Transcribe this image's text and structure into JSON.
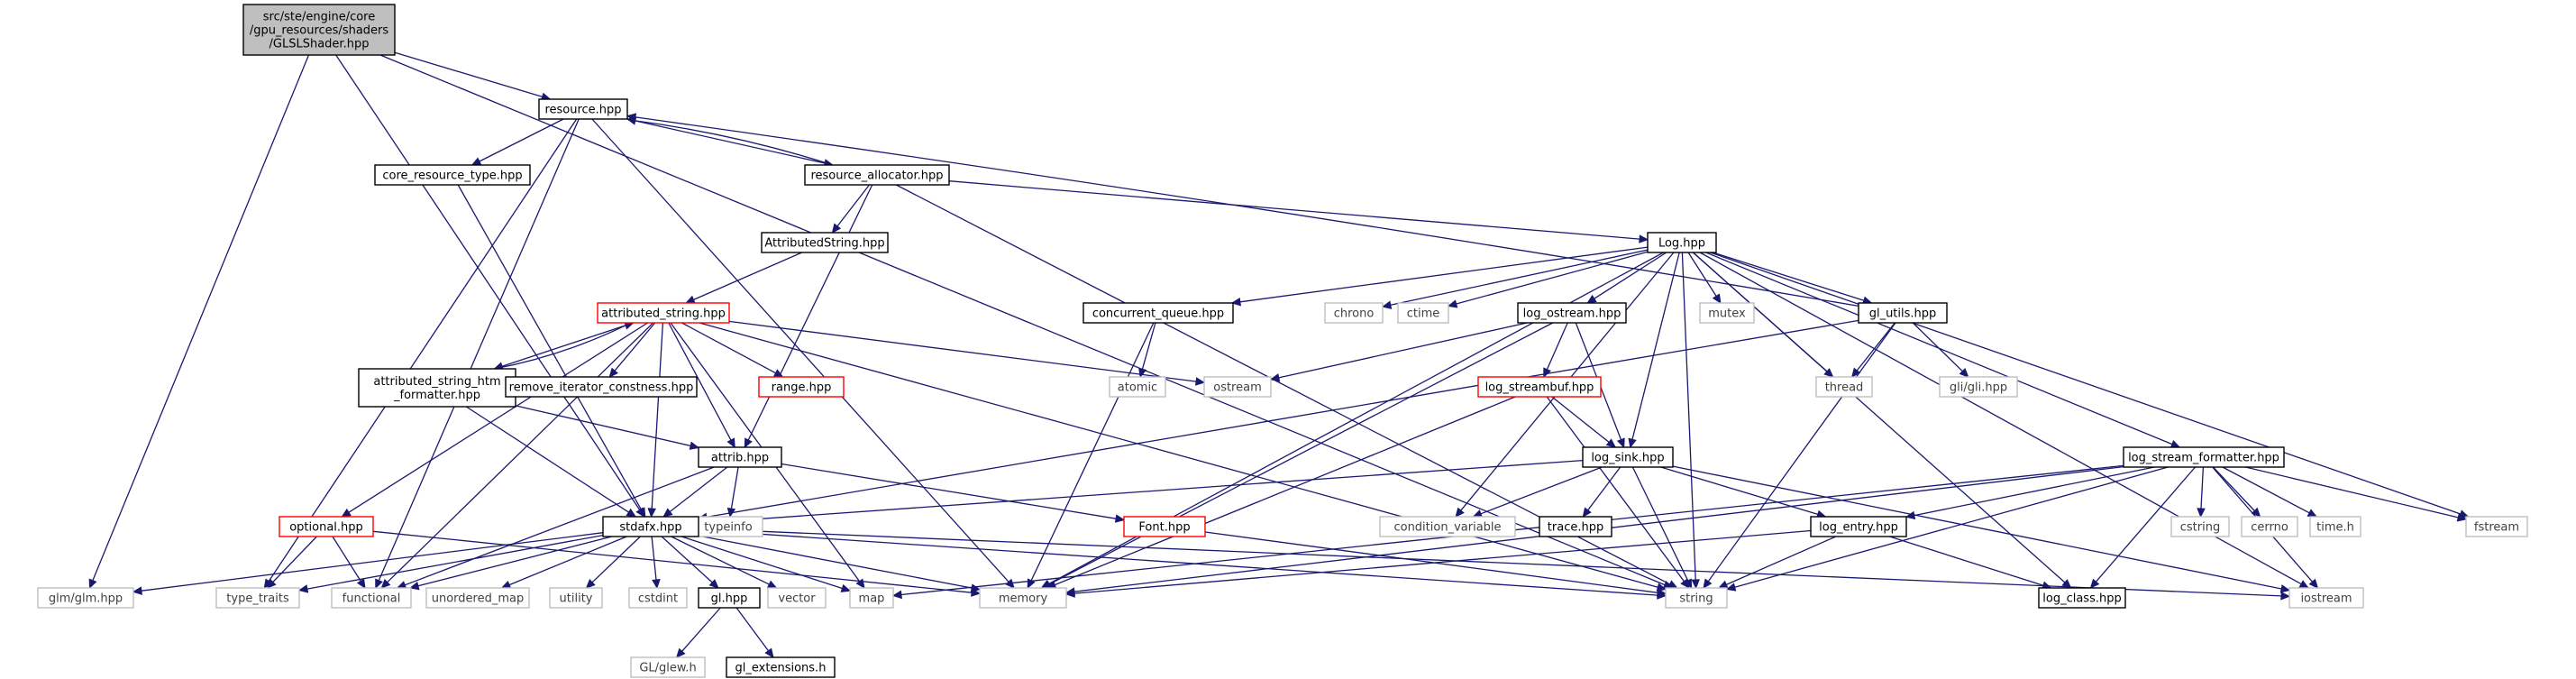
{
  "colors": {
    "edge": "#191970",
    "root_fill": "#bfbfbf",
    "node_border": "#000000",
    "external_border": "#bfbfbf",
    "external_text": "#404040",
    "truncated_border": "#ff0000"
  },
  "nodes": [
    {
      "id": "root",
      "label": "src/ste/engine/core\n/gpu_resources/shaders\n/GLSLShader.hpp",
      "kind": "root"
    },
    {
      "id": "resource",
      "label": "resource.hpp",
      "kind": "file"
    },
    {
      "id": "resource_allocator",
      "label": "resource_allocator.hpp",
      "kind": "file"
    },
    {
      "id": "core_resource_type",
      "label": "core_resource_type.hpp",
      "kind": "file"
    },
    {
      "id": "AttributedString",
      "label": "AttributedString.hpp",
      "kind": "file"
    },
    {
      "id": "attributed_string",
      "label": "attributed_string.hpp",
      "kind": "truncated"
    },
    {
      "id": "attributed_string_htm",
      "label": "attributed_string_htm\n_formatter.hpp",
      "kind": "file"
    },
    {
      "id": "remove_iterator",
      "label": "remove_iterator_constness.hpp",
      "kind": "file"
    },
    {
      "id": "range",
      "label": "range.hpp",
      "kind": "truncated"
    },
    {
      "id": "ostream",
      "label": "ostream",
      "kind": "external"
    },
    {
      "id": "atomic",
      "label": "atomic",
      "kind": "external"
    },
    {
      "id": "concurrent_queue",
      "label": "concurrent_queue.hpp",
      "kind": "file"
    },
    {
      "id": "chrono",
      "label": "chrono",
      "kind": "external"
    },
    {
      "id": "ctime",
      "label": "ctime",
      "kind": "external"
    },
    {
      "id": "log_ostream",
      "label": "log_ostream.hpp",
      "kind": "file"
    },
    {
      "id": "log_streambuf",
      "label": "log_streambuf.hpp",
      "kind": "truncated"
    },
    {
      "id": "Log",
      "label": "Log.hpp",
      "kind": "file"
    },
    {
      "id": "mutex",
      "label": "mutex",
      "kind": "external"
    },
    {
      "id": "gl_utils",
      "label": "gl_utils.hpp",
      "kind": "file"
    },
    {
      "id": "thread",
      "label": "thread",
      "kind": "external"
    },
    {
      "id": "gli",
      "label": "gli/gli.hpp",
      "kind": "external"
    },
    {
      "id": "attrib",
      "label": "attrib.hpp",
      "kind": "file"
    },
    {
      "id": "typeinfo",
      "label": "typeinfo",
      "kind": "external"
    },
    {
      "id": "optional",
      "label": "optional.hpp",
      "kind": "truncated"
    },
    {
      "id": "stdafx",
      "label": "stdafx.hpp",
      "kind": "file"
    },
    {
      "id": "Font",
      "label": "Font.hpp",
      "kind": "truncated"
    },
    {
      "id": "log_sink",
      "label": "log_sink.hpp",
      "kind": "file"
    },
    {
      "id": "condition_variable",
      "label": "condition_variable",
      "kind": "external"
    },
    {
      "id": "trace",
      "label": "trace.hpp",
      "kind": "file"
    },
    {
      "id": "log_entry",
      "label": "log_entry.hpp",
      "kind": "file"
    },
    {
      "id": "log_stream_formatter",
      "label": "log_stream_formatter.hpp",
      "kind": "file"
    },
    {
      "id": "cstring",
      "label": "cstring",
      "kind": "external"
    },
    {
      "id": "cerrno",
      "label": "cerrno",
      "kind": "external"
    },
    {
      "id": "time_h",
      "label": "time.h",
      "kind": "external"
    },
    {
      "id": "fstream",
      "label": "fstream",
      "kind": "external"
    },
    {
      "id": "glm",
      "label": "glm/glm.hpp",
      "kind": "external"
    },
    {
      "id": "type_traits",
      "label": "type_traits",
      "kind": "external"
    },
    {
      "id": "functional",
      "label": "functional",
      "kind": "external"
    },
    {
      "id": "unordered_map",
      "label": "unordered_map",
      "kind": "external"
    },
    {
      "id": "utility",
      "label": "utility",
      "kind": "external"
    },
    {
      "id": "cstdint",
      "label": "cstdint",
      "kind": "external"
    },
    {
      "id": "gl",
      "label": "gl.hpp",
      "kind": "file"
    },
    {
      "id": "vector",
      "label": "vector",
      "kind": "external"
    },
    {
      "id": "map",
      "label": "map",
      "kind": "external"
    },
    {
      "id": "memory",
      "label": "memory",
      "kind": "external"
    },
    {
      "id": "string",
      "label": "string",
      "kind": "external"
    },
    {
      "id": "log_class",
      "label": "log_class.hpp",
      "kind": "file"
    },
    {
      "id": "iostream",
      "label": "iostream",
      "kind": "external"
    },
    {
      "id": "glew",
      "label": "GL/glew.h",
      "kind": "external"
    },
    {
      "id": "gl_extensions",
      "label": "gl_extensions.h",
      "kind": "file"
    }
  ],
  "edges": [
    [
      "root",
      "resource"
    ],
    [
      "root",
      "stdafx"
    ],
    [
      "root",
      "glm"
    ],
    [
      "root",
      "string"
    ],
    [
      "resource",
      "core_resource_type"
    ],
    [
      "resource",
      "resource_allocator"
    ],
    [
      "resource",
      "type_traits"
    ],
    [
      "resource",
      "functional"
    ],
    [
      "resource",
      "memory"
    ],
    [
      "resource_allocator",
      "resource"
    ],
    [
      "resource_allocator",
      "AttributedString"
    ],
    [
      "resource_allocator",
      "attrib"
    ],
    [
      "resource_allocator",
      "Log"
    ],
    [
      "resource_allocator",
      "string"
    ],
    [
      "core_resource_type",
      "stdafx"
    ],
    [
      "AttributedString",
      "attributed_string"
    ],
    [
      "attributed_string",
      "attributed_string_htm"
    ],
    [
      "attributed_string",
      "remove_iterator"
    ],
    [
      "attributed_string",
      "range"
    ],
    [
      "attributed_string",
      "ostream"
    ],
    [
      "attributed_string",
      "attrib"
    ],
    [
      "attributed_string",
      "optional"
    ],
    [
      "attributed_string",
      "stdafx"
    ],
    [
      "attributed_string",
      "functional"
    ],
    [
      "attributed_string",
      "map"
    ],
    [
      "attributed_string",
      "string"
    ],
    [
      "attributed_string_htm",
      "attributed_string"
    ],
    [
      "attributed_string_htm",
      "attrib"
    ],
    [
      "attributed_string_htm",
      "stdafx"
    ],
    [
      "attrib",
      "stdafx"
    ],
    [
      "attrib",
      "typeinfo"
    ],
    [
      "attrib",
      "Font"
    ],
    [
      "attrib",
      "functional"
    ],
    [
      "optional",
      "type_traits"
    ],
    [
      "optional",
      "functional"
    ],
    [
      "optional",
      "memory"
    ],
    [
      "Font",
      "string"
    ],
    [
      "Log",
      "concurrent_queue"
    ],
    [
      "Log",
      "chrono"
    ],
    [
      "Log",
      "ctime"
    ],
    [
      "Log",
      "log_ostream"
    ],
    [
      "Log",
      "mutex"
    ],
    [
      "Log",
      "gl_utils"
    ],
    [
      "Log",
      "thread"
    ],
    [
      "Log",
      "log_sink"
    ],
    [
      "Log",
      "condition_variable"
    ],
    [
      "Log",
      "string"
    ],
    [
      "Log",
      "memory"
    ],
    [
      "Log",
      "log_class"
    ],
    [
      "Log",
      "log_stream_formatter"
    ],
    [
      "Log",
      "fstream"
    ],
    [
      "Log",
      "iostream"
    ],
    [
      "concurrent_queue",
      "atomic"
    ],
    [
      "concurrent_queue",
      "memory"
    ],
    [
      "log_ostream",
      "ostream"
    ],
    [
      "log_ostream",
      "log_streambuf"
    ],
    [
      "log_ostream",
      "log_sink"
    ],
    [
      "log_ostream",
      "memory"
    ],
    [
      "log_streambuf",
      "log_sink"
    ],
    [
      "log_streambuf",
      "memory"
    ],
    [
      "log_streambuf",
      "string"
    ],
    [
      "gl_utils",
      "resource"
    ],
    [
      "gl_utils",
      "thread"
    ],
    [
      "gl_utils",
      "gli"
    ],
    [
      "gl_utils",
      "stdafx"
    ],
    [
      "gl_utils",
      "string"
    ],
    [
      "log_sink",
      "stdafx"
    ],
    [
      "log_sink",
      "condition_variable"
    ],
    [
      "log_sink",
      "trace"
    ],
    [
      "log_sink",
      "log_entry"
    ],
    [
      "log_sink",
      "string"
    ],
    [
      "log_sink",
      "iostream"
    ],
    [
      "log_entry",
      "string"
    ],
    [
      "log_entry",
      "memory"
    ],
    [
      "log_entry",
      "log_class"
    ],
    [
      "log_stream_formatter",
      "log_entry"
    ],
    [
      "log_stream_formatter",
      "cstring"
    ],
    [
      "log_stream_formatter",
      "cerrno"
    ],
    [
      "log_stream_formatter",
      "time_h"
    ],
    [
      "log_stream_formatter",
      "fstream"
    ],
    [
      "log_stream_formatter",
      "iostream"
    ],
    [
      "log_stream_formatter",
      "log_class"
    ],
    [
      "log_stream_formatter",
      "string"
    ],
    [
      "log_stream_formatter",
      "memory"
    ],
    [
      "log_stream_formatter",
      "map"
    ],
    [
      "stdafx",
      "glm"
    ],
    [
      "stdafx",
      "type_traits"
    ],
    [
      "stdafx",
      "functional"
    ],
    [
      "stdafx",
      "unordered_map"
    ],
    [
      "stdafx",
      "utility"
    ],
    [
      "stdafx",
      "cstdint"
    ],
    [
      "stdafx",
      "gl"
    ],
    [
      "stdafx",
      "vector"
    ],
    [
      "stdafx",
      "map"
    ],
    [
      "stdafx",
      "memory"
    ],
    [
      "stdafx",
      "string"
    ],
    [
      "stdafx",
      "iostream"
    ],
    [
      "gl",
      "glew"
    ],
    [
      "gl",
      "gl_extensions"
    ]
  ]
}
